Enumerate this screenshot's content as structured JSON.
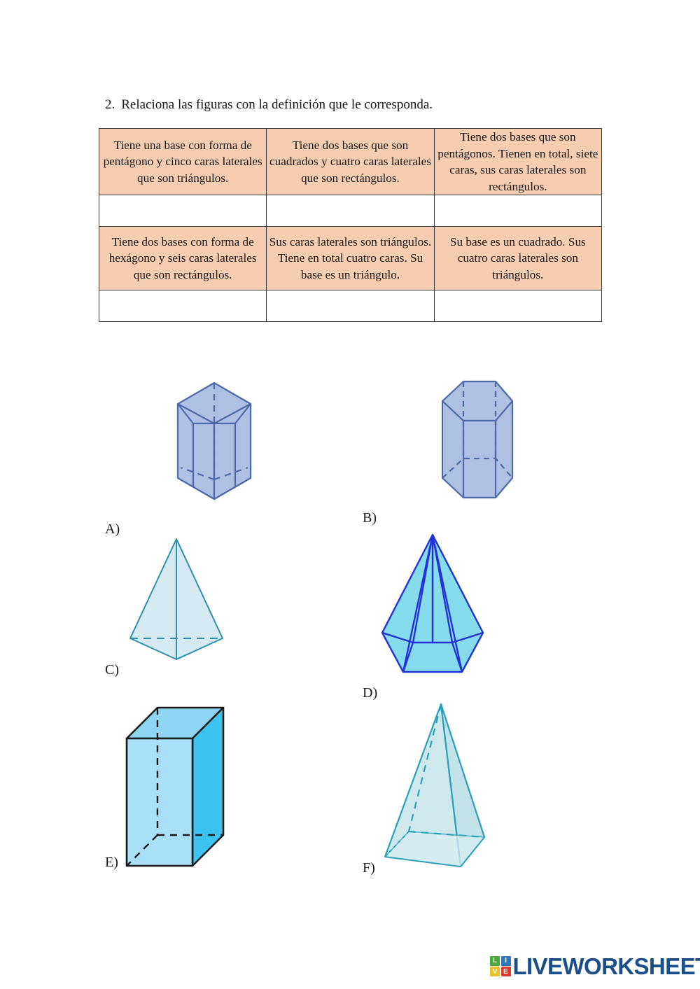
{
  "question": {
    "number": "2.",
    "text": "Relaciona las figuras con la definición que le corresponda."
  },
  "table": {
    "rows": [
      {
        "definitions": [
          "Tiene una base con forma de pentágono y cinco caras laterales que son triángulos.",
          "Tiene dos bases que son cuadrados y cuatro caras laterales que son rectángulos.",
          "Tiene dos bases que son pentágonos. Tienen en total, siete caras, sus caras laterales son rectángulos."
        ],
        "answers": [
          "",
          "",
          ""
        ]
      },
      {
        "definitions": [
          "Tiene dos bases con forma de hexágono y seis caras laterales que son rectángulos.",
          "Sus caras laterales son triángulos. Tiene en total cuatro caras. Su base es un triángulo.",
          "Su base es un cuadrado. Sus cuatro caras laterales son triángulos."
        ],
        "answers": [
          "",
          "",
          ""
        ]
      }
    ],
    "cell_fill_color": "#f6cdb0",
    "border_color": "#3a3a3a"
  },
  "figures": [
    {
      "label": "A)",
      "shape": "pentagonal-prism",
      "fill": "#aec1e3",
      "stroke": "#4d6aa8"
    },
    {
      "label": "B)",
      "shape": "hexagonal-prism",
      "fill": "#aec1e3",
      "stroke": "#4d6aa8"
    },
    {
      "label": "C)",
      "shape": "triangular-pyramid",
      "fill": "#d5eaf2",
      "stroke": "#2f8fae"
    },
    {
      "label": "D)",
      "shape": "pentagonal-pyramid",
      "fill": "#86dbec",
      "stroke": "#2332d6"
    },
    {
      "label": "E)",
      "shape": "rectangular-prism",
      "fill_front": "#a9def7",
      "fill_side": "#3dc3f0",
      "fill_top": "#8fd6f5",
      "stroke": "#1b1b1b"
    },
    {
      "label": "F)",
      "shape": "square-pyramid",
      "fill": "#cfe8ee",
      "stroke": "#2aa0b8"
    }
  ],
  "watermark": {
    "tiles": [
      {
        "letter": "L",
        "color": "#4aa83d"
      },
      {
        "letter": "I",
        "color": "#2f76bf"
      },
      {
        "letter": "V",
        "color": "#e8c22a"
      },
      {
        "letter": "E",
        "color": "#d93b2b"
      }
    ],
    "word": "LIVEWORKSHEETS",
    "word_color": "#1b4f8a"
  }
}
